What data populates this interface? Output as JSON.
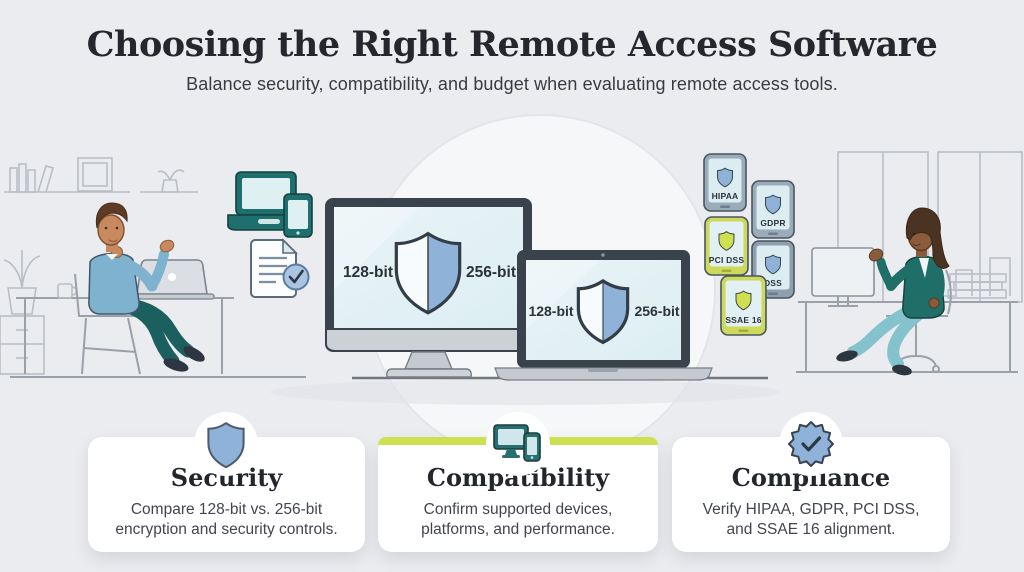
{
  "header": {
    "title": "Choosing the Right Remote Access Software",
    "subtitle": "Balance security, compatibility, and budget when evaluating remote access tools."
  },
  "scene": {
    "monitor": {
      "left_label": "128-bit",
      "right_label": "256-bit"
    },
    "laptop": {
      "left_label": "128-bit",
      "right_label": "256-bit"
    },
    "badges": [
      {
        "label": "HIPAA",
        "variant": "blue"
      },
      {
        "label": "GDPR",
        "variant": "blue"
      },
      {
        "label": "PCI DSS",
        "variant": "green"
      },
      {
        "label": "DSS",
        "variant": "blue"
      },
      {
        "label": "SSAE 16",
        "variant": "green"
      }
    ],
    "icons": {
      "left_devices": "laptop-tablet-icon",
      "left_document": "document-check-icon",
      "encryption": "split-shield-icon"
    }
  },
  "cards": [
    {
      "icon": "shield-icon",
      "title": "Security",
      "body": "Compare 128-bit vs. 256-bit encryption and security controls."
    },
    {
      "icon": "devices-icon",
      "title": "Compatibility",
      "body": "Confirm supported devices, platforms, and performance.",
      "accent": "#cde052"
    },
    {
      "icon": "check-badge-icon",
      "title": "Compliance",
      "body": "Verify HIPAA, GDPR, PCI DSS, and SSAE 16 alignment."
    }
  ],
  "colors": {
    "background": "#ebecf0",
    "accent_green": "#cde052",
    "shield_blue": "#8fb2d9",
    "teal": "#206f6d",
    "ink": "#26262e"
  }
}
